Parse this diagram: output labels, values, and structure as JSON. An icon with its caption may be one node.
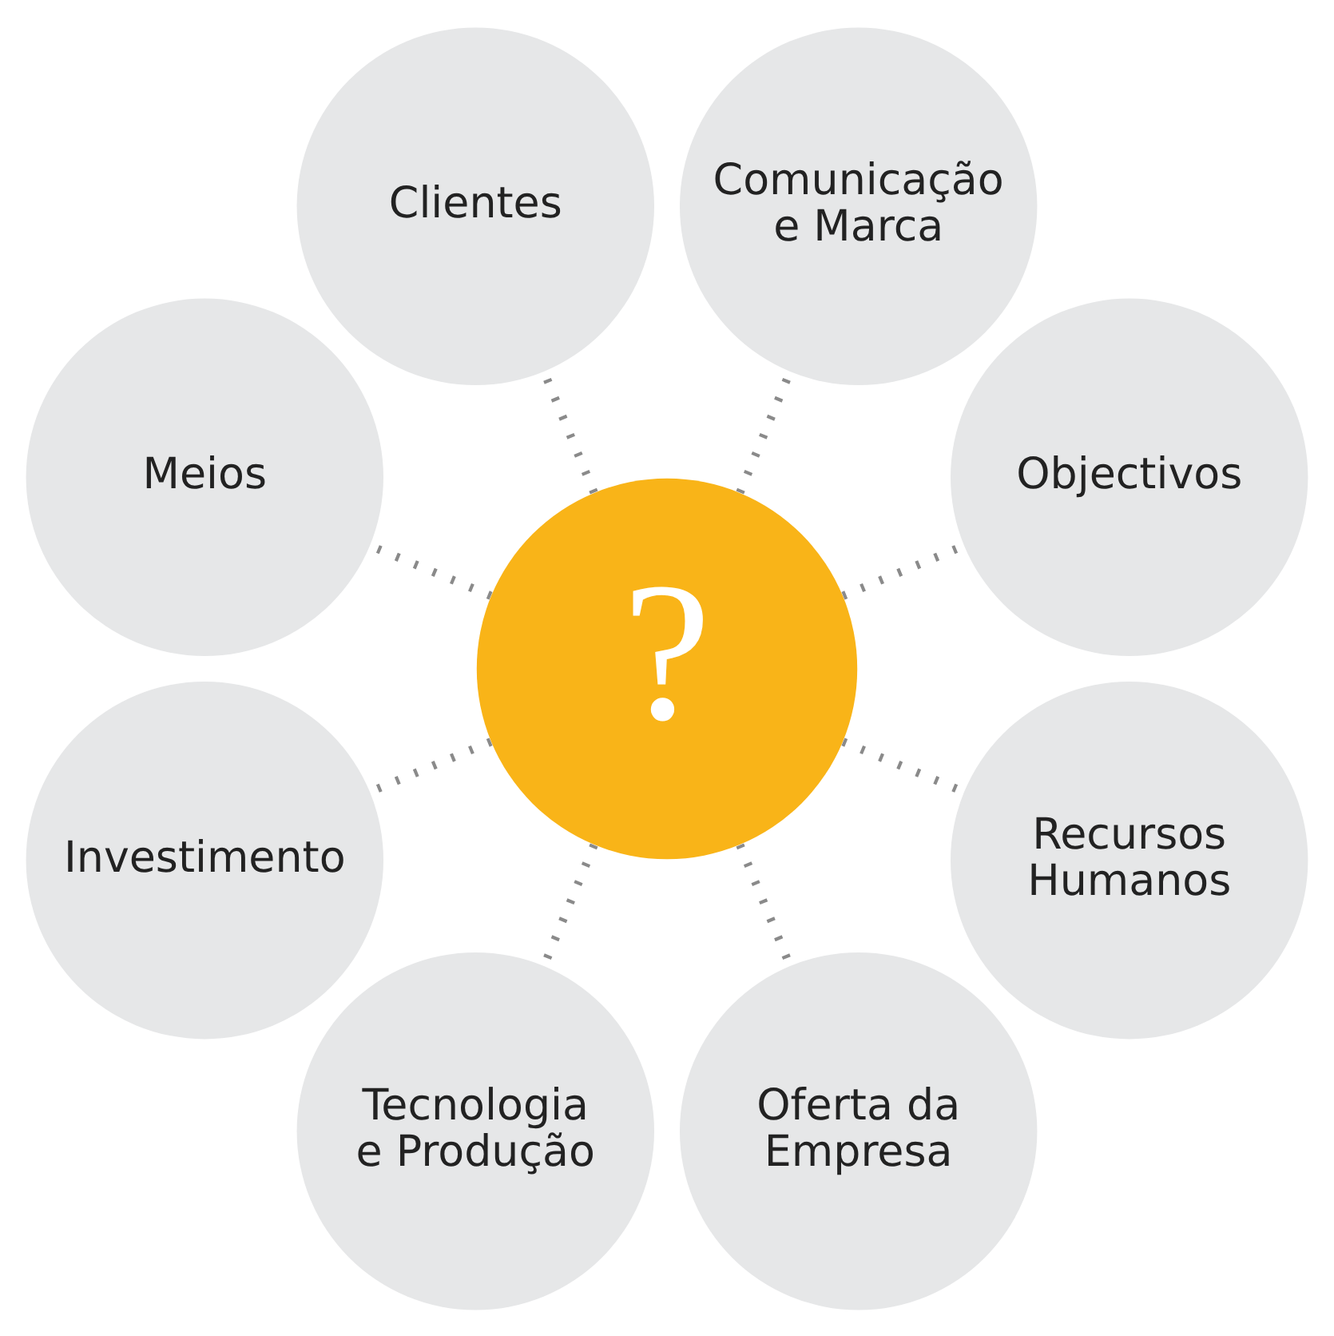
{
  "diagram": {
    "nodes": [
      {
        "text": [
          "?"
        ]
      },
      {
        "text": [
          "Objectivos"
        ]
      },
      {
        "text": [
          "Comunicação e Marca"
        ]
      },
      {
        "text": [
          "Clientes"
        ]
      },
      {
        "text": [
          "Meios"
        ]
      },
      {
        "text": [
          "Investimento"
        ]
      },
      {
        "text": [
          "Tecnologia e Produção"
        ]
      },
      {
        "text": [
          "Oferta da Empresa"
        ]
      },
      {
        "text": [
          "Recursos Humanos"
        ]
      }
    ],
    "edges": [
      {
        "from": 0,
        "to": 1,
        "arrow": "none"
      },
      {
        "from": 0,
        "to": 3,
        "arrow": "none"
      },
      {
        "from": 0,
        "to": 5,
        "arrow": "none"
      },
      {
        "from": 0,
        "to": 7,
        "arrow": "none"
      },
      {
        "from": 0,
        "to": 8,
        "arrow": "none"
      },
      {
        "from": 0,
        "to": 6,
        "arrow": "none"
      },
      {
        "from": 0,
        "to": 4,
        "arrow": "none"
      },
      {
        "from": 0,
        "to": 2,
        "arrow": "none"
      }
    ]
  }
}
